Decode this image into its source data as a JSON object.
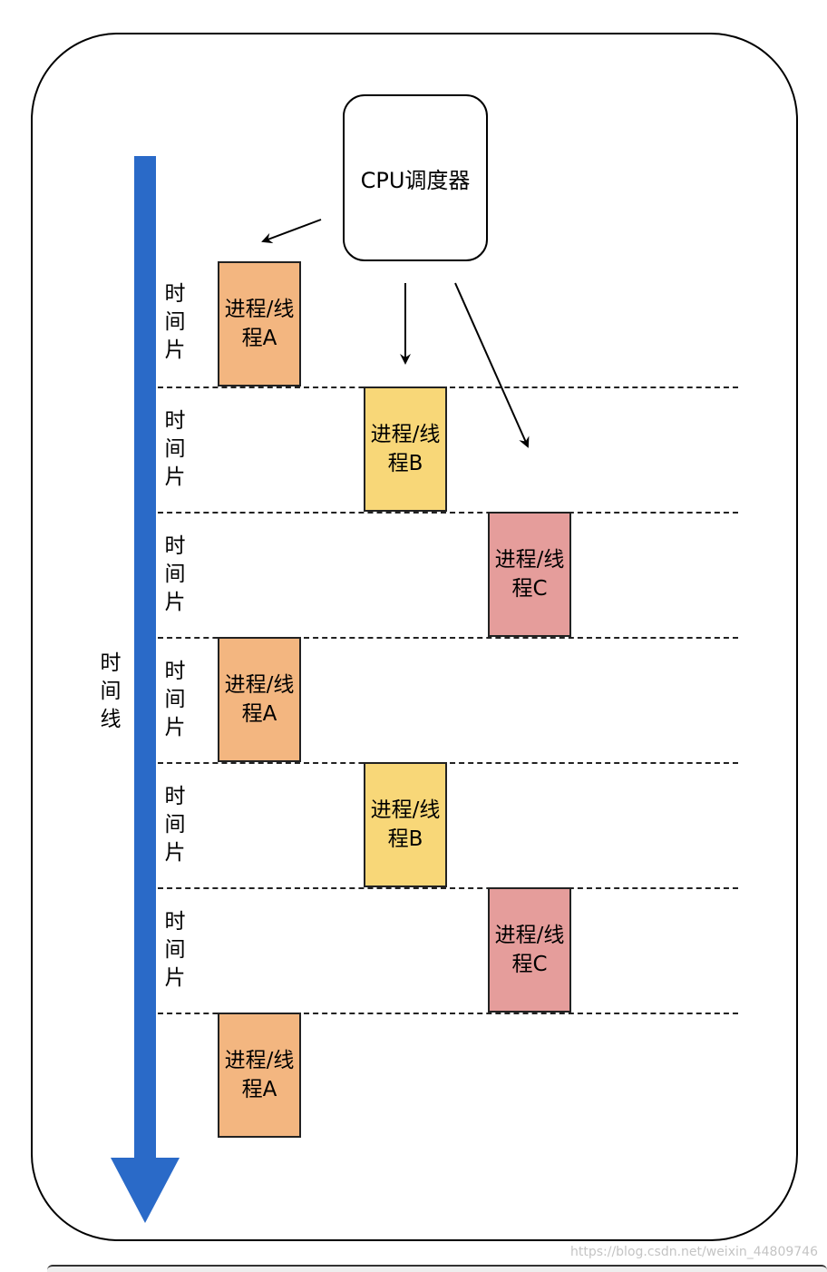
{
  "cpu_label": "CPU调度器",
  "timeline_label": "时间线",
  "slice_label": "时间片",
  "slices": [
    {
      "block": "进程/线程A",
      "kind": "A"
    },
    {
      "block": "进程/线程B",
      "kind": "B"
    },
    {
      "block": "进程/线程C",
      "kind": "C"
    },
    {
      "block": "进程/线程A",
      "kind": "A"
    },
    {
      "block": "进程/线程B",
      "kind": "B"
    },
    {
      "block": "进程/线程C",
      "kind": "C"
    },
    {
      "block": "进程/线程A",
      "kind": "A"
    }
  ],
  "colors": {
    "A": "#f3b680",
    "B": "#f8d778",
    "C": "#e59d9b",
    "timeline": "#2a6ac8"
  },
  "watermark": "https://blog.csdn.net/weixin_44809746"
}
